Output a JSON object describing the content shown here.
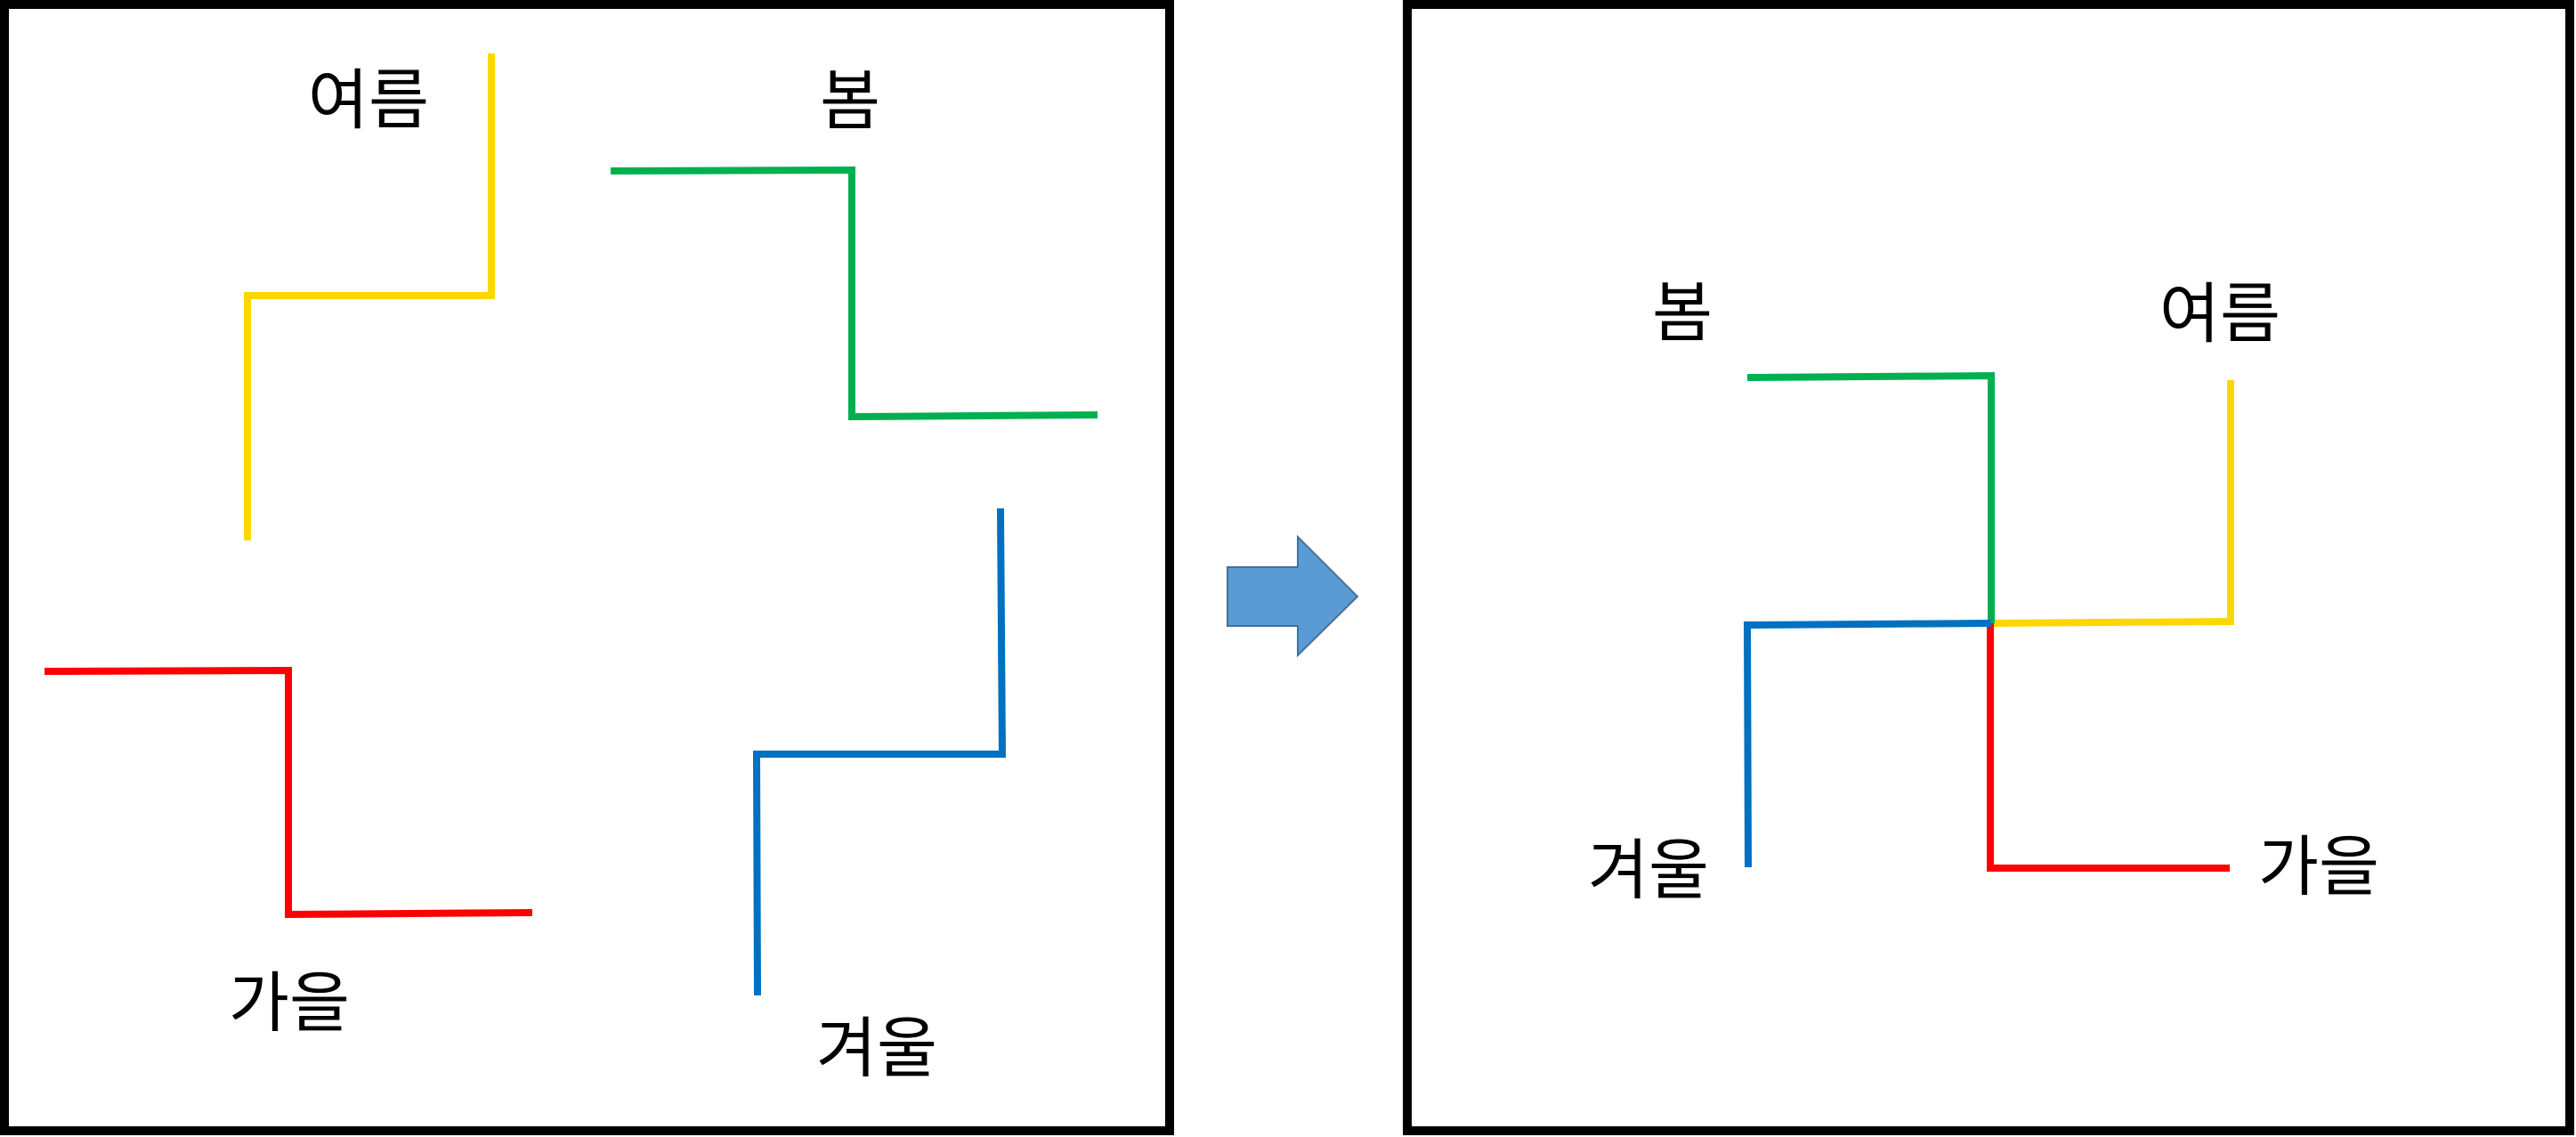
{
  "colors": {
    "spring": "#00B050",
    "summer": "#FFD700",
    "autumn": "#FF0000",
    "winter": "#0070C0",
    "arrow_fill": "#5B9BD5",
    "arrow_stroke": "#41719C",
    "frame": "#000000"
  },
  "left_panel": {
    "summer_label": "여름",
    "spring_label": "봄",
    "autumn_label": "가을",
    "winter_label": "겨울"
  },
  "arrow": {
    "icon": "right-arrow-icon"
  },
  "right_panel": {
    "spring_label": "봄",
    "summer_label": "여름",
    "winter_label": "겨울",
    "autumn_label": "가을"
  }
}
